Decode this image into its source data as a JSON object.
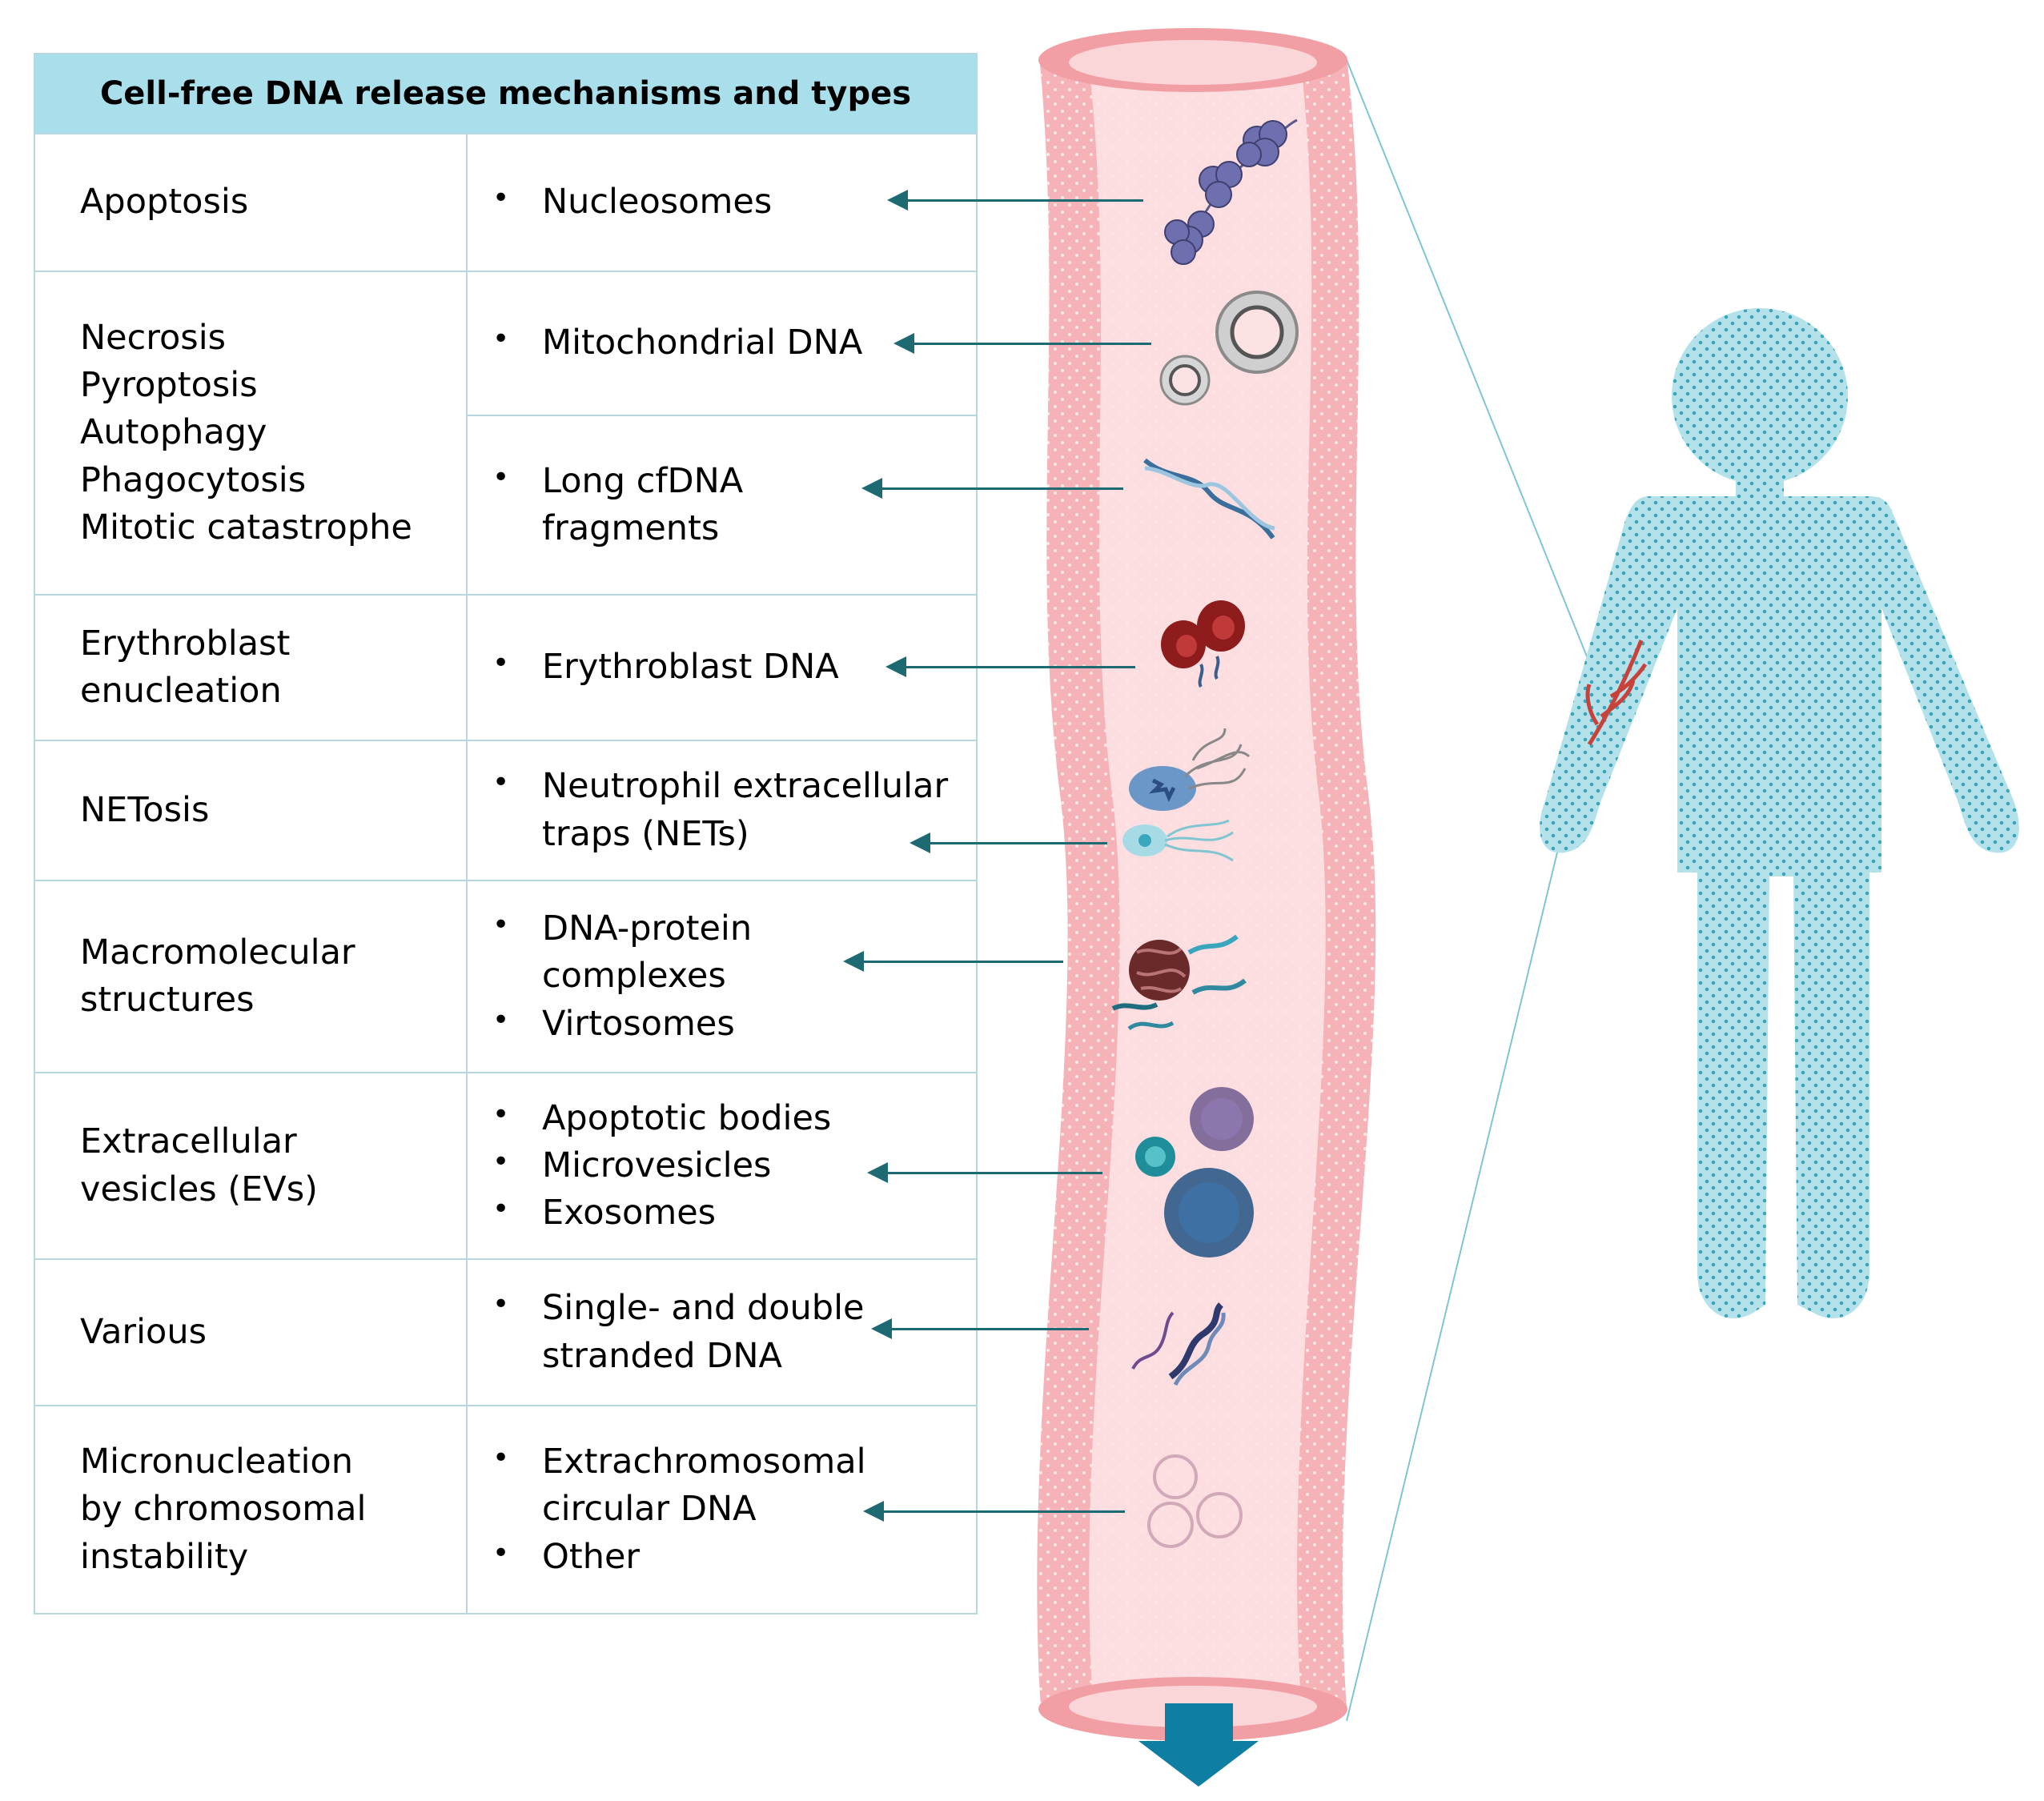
{
  "title": "Cell-free DNA release mechanisms and types",
  "rows": [
    {
      "mechanisms": [
        "Apoptosis"
      ],
      "types": [
        {
          "lines": [
            "Nucleosomes"
          ]
        }
      ]
    },
    {
      "mechanisms": [
        "Necrosis",
        "Pyroptosis",
        "Autophagy",
        "Phagocytosis",
        "Mitotic catastrophe"
      ],
      "types_a": [
        {
          "lines": [
            "Mitochondrial DNA"
          ]
        }
      ],
      "types_b": [
        {
          "lines": [
            "Long cfDNA",
            "fragments"
          ]
        }
      ]
    },
    {
      "mechanisms": [
        "Erythroblast",
        "enucleation"
      ],
      "types": [
        {
          "lines": [
            "Erythroblast DNA"
          ]
        }
      ]
    },
    {
      "mechanisms": [
        "NETosis"
      ],
      "types": [
        {
          "lines": [
            "Neutrophil extracellular",
            "traps (NETs)"
          ]
        }
      ]
    },
    {
      "mechanisms": [
        "Macromolecular",
        "structures"
      ],
      "types": [
        {
          "lines": [
            "DNA-protein",
            "complexes"
          ]
        },
        {
          "lines": [
            "Virtosomes"
          ]
        }
      ]
    },
    {
      "mechanisms": [
        "Extracellular",
        "vesicles (EVs)"
      ],
      "types": [
        {
          "lines": [
            "Apoptotic bodies"
          ]
        },
        {
          "lines": [
            "Microvesicles"
          ]
        },
        {
          "lines": [
            "Exosomes"
          ]
        }
      ]
    },
    {
      "mechanisms": [
        "Various"
      ],
      "types": [
        {
          "lines": [
            "Single- and double",
            "stranded DNA"
          ]
        }
      ]
    },
    {
      "mechanisms": [
        "Micronucleation",
        "by chromosomal",
        "instability"
      ],
      "types": [
        {
          "lines": [
            "Extrachromosomal",
            "circular DNA"
          ]
        },
        {
          "lines": [
            "Other"
          ]
        }
      ]
    }
  ],
  "colors": {
    "header_bg": "#a9dfea",
    "table_border": "#b7d6df",
    "arrow": "#1d6a72",
    "vessel": "#f7b7bb",
    "vessel_lumen": "#fde3e4",
    "body_figure": "#b5e2ea",
    "body_dots": "#3aa6bd",
    "down_arrow": "#0e7ea3",
    "vein": "#c8423c"
  },
  "icons": [
    "nucleosome-chain-icon",
    "mitochondria-icon",
    "long-dna-strand-icon",
    "erythroblast-icon",
    "neutrophil-net-icon",
    "dna-protein-complex-icon",
    "vesicles-icon",
    "ss-ds-dna-icon",
    "circular-dna-icon",
    "human-silhouette-icon",
    "blood-flow-down-arrow-icon"
  ]
}
